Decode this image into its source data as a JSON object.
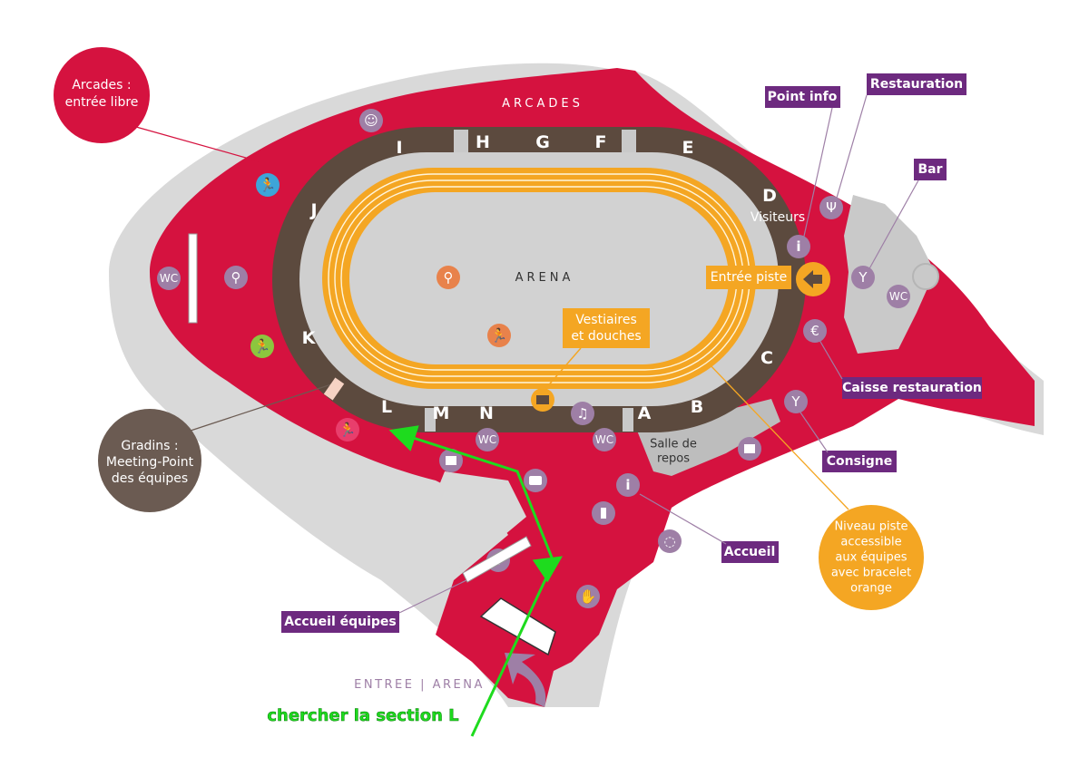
{
  "labels": {
    "arcades_title": "ARCADES",
    "arena_title": "ARENA",
    "entree_arena": "ENTREE | ARENA",
    "visiteurs": "Visiteurs",
    "entree_piste": "Entrée piste",
    "vestiaires_line1": "Vestiaires",
    "vestiaires_line2": "et douches",
    "salle_line1": "Salle de",
    "salle_line2": "repos",
    "arcades_line1": "Arcades :",
    "arcades_line2": "entrée libre",
    "gradins_line1": "Gradins :",
    "gradins_line2": "Meeting-Point",
    "gradins_line3": "des équipes",
    "niveau_line1": "Niveau piste",
    "niveau_line2": "accessible",
    "niveau_line3": "aux équipes",
    "niveau_line4": "avec bracelet",
    "niveau_line5": "orange",
    "annotation": "chercher la section L"
  },
  "tags": {
    "point_info": "Point info",
    "restauration": "Restauration",
    "bar": "Bar",
    "caisse": "Caisse restauration",
    "consigne": "Consigne",
    "accueil": "Accueil",
    "accueil_equipes": "Accueil équipes"
  },
  "sections": {
    "a": "A",
    "b": "B",
    "c": "C",
    "d": "D",
    "e": "E",
    "f": "F",
    "g": "G",
    "h": "H",
    "i": "I",
    "j": "J",
    "k": "K",
    "l": "L",
    "m": "M",
    "n": "N"
  },
  "icons": {
    "wc_text": "WC",
    "info_glyph": "i",
    "euro_glyph": "€",
    "music_glyph": "♫",
    "smile_glyph": "☺"
  },
  "colors": {
    "venue_red": "#d5123f",
    "outer_grey": "#d9d9d9",
    "bleachers": "#5c4a3e",
    "track_orange": "#f4a623",
    "arena_grey": "#d2d2d2",
    "tag_purple": "#6d2a7f",
    "icon_purple": "#9e7fa6",
    "runner_blue": "#3ea5d8",
    "runner_green": "#8cc63e",
    "runner_red": "#e83e6c",
    "gradins_brown": "#6b5b52",
    "annotation_green": "#1edb1e"
  }
}
